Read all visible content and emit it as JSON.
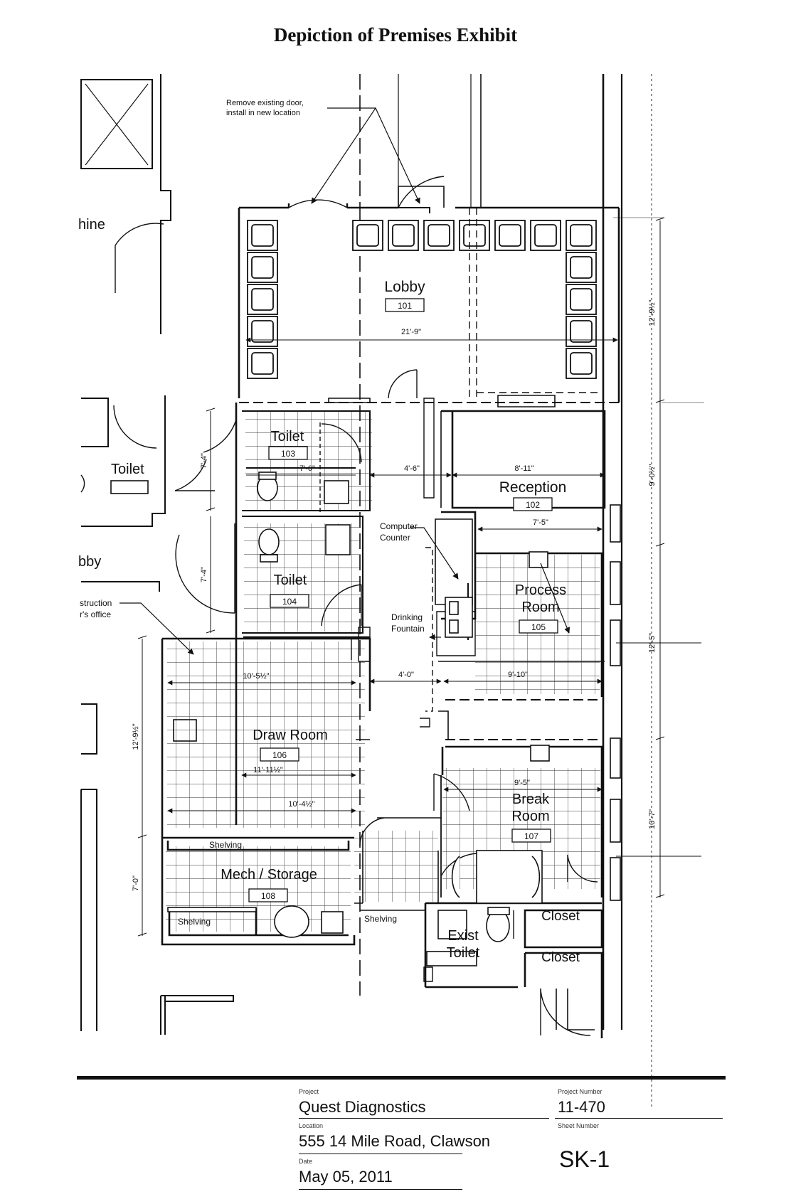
{
  "title": "Depiction of Premises Exhibit",
  "rooms": {
    "lobby": {
      "name": "Lobby",
      "number": "101"
    },
    "reception": {
      "name": "Reception",
      "number": "102"
    },
    "toilet_103": {
      "name": "Toilet",
      "number": "103"
    },
    "toilet_104": {
      "name": "Toilet",
      "number": "104"
    },
    "process": {
      "name_line1": "Process",
      "name_line2": "Room",
      "number": "105"
    },
    "draw": {
      "name": "Draw Room",
      "number": "106"
    },
    "break": {
      "name_line1": "Break",
      "name_line2": "Room",
      "number": "107"
    },
    "mech": {
      "name": "Mech / Storage",
      "number": "108"
    },
    "exist_toilet": {
      "name_line1": "Exist",
      "name_line2": "Toilet"
    },
    "closet1": "Closet",
    "closet2": "Closet"
  },
  "neighbor_labels": {
    "machine": "hine",
    "toilet": "Toilet",
    "lobby": "bby",
    "construction_line1": "struction",
    "construction_line2": "r's office"
  },
  "notes": {
    "remove_door_line1": "Remove existing door,",
    "remove_door_line2": "install in new location",
    "computer_line1": "Computer",
    "computer_line2": "Counter",
    "fountain_line1": "Drinking",
    "fountain_line2": "Fountain",
    "shelving_top": "Shelving",
    "shelving_left": "Shelving",
    "shelving_right": "Shelving"
  },
  "dimensions": {
    "lobby_width": "21'-9\"",
    "lobby_depth": "12'-9½\"",
    "corridor_top": "4'-6\"",
    "reception_width": "8'-11\"",
    "reception_depth": "9'-0½\"",
    "reception_inner": "7'-5\"",
    "toilet_width": "7'-6\"",
    "toilet_103_depth": "7'-4\"",
    "toilet_104_depth": "7'-4\"",
    "draw_width_top": "10'-5½\"",
    "draw_depth": "12'-9½\"",
    "draw_inner": "11'-11½\"",
    "draw_width_bottom": "10'-4½\"",
    "corridor_mid": "4'-0\"",
    "process_width": "9'-10\"",
    "process_depth": "12'-5\"",
    "break_width": "9'-5\"",
    "break_depth": "10'-7\"",
    "mech_depth": "7'-0\""
  },
  "title_block": {
    "project_label": "Project",
    "project": "Quest Diagnostics",
    "project_number_label": "Project Number",
    "project_number": "11-470",
    "location_label": "Location",
    "location": "555 14 Mile Road, Clawson",
    "sheet_number_label": "Sheet Number",
    "sheet_number": "SK-1",
    "date_label": "Date",
    "date": "May 05, 2011"
  }
}
